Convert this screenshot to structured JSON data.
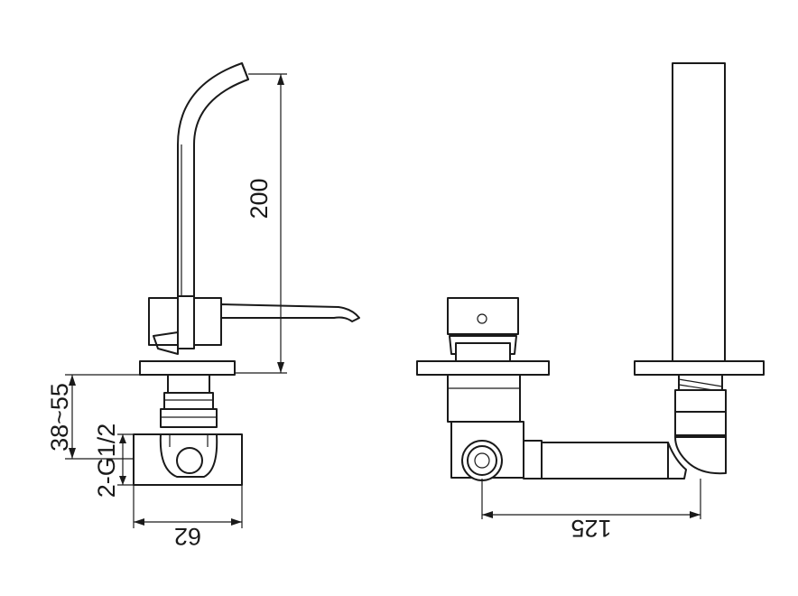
{
  "diagram": {
    "dimensions": {
      "spout_height": "200",
      "deck_thickness": "38~55",
      "thread": "2-G1/2",
      "body_width": "62",
      "center_distance": "125"
    },
    "colors": {
      "line": "#1a1a1a",
      "background": "#ffffff"
    }
  }
}
